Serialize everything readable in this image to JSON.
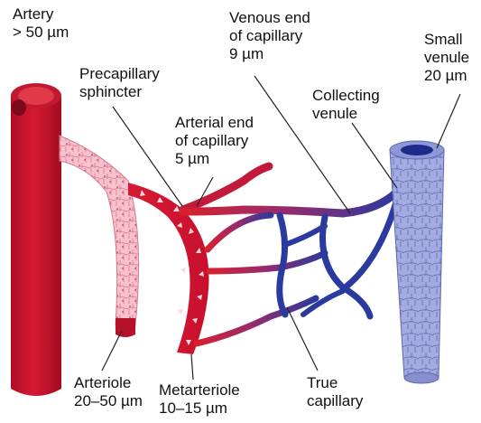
{
  "labels": {
    "artery": {
      "line1": "Artery",
      "line2": "> 50 µm"
    },
    "precapillary": {
      "line1": "Precapillary",
      "line2": "sphincter"
    },
    "arterial_end": {
      "line1": "Arterial end",
      "line2": "of capillary",
      "line3": "5 µm"
    },
    "venous_end": {
      "line1": "Venous end",
      "line2": "of capillary",
      "line3": "9 µm"
    },
    "small_venule": {
      "line1": "Small",
      "line2": "venule",
      "line3": "20 µm"
    },
    "collecting_venule": {
      "line1": "Collecting",
      "line2": "venule"
    },
    "arteriole": {
      "line1": "Arteriole",
      "line2": "20–50 µm"
    },
    "metarteriole": {
      "line1": "Metarteriole",
      "line2": "10–15 µm"
    },
    "true_capillary": {
      "line1": "True",
      "line2": "capillary"
    }
  },
  "colors": {
    "artery_red": "#c8102e",
    "artery_dark": "#8a0a1c",
    "arteriole_pink": "#f5b3c0",
    "vein_blue": "#2b3a9e",
    "venule_lavender": "#9aa3dc",
    "venule_dark": "#1e2a8a"
  }
}
